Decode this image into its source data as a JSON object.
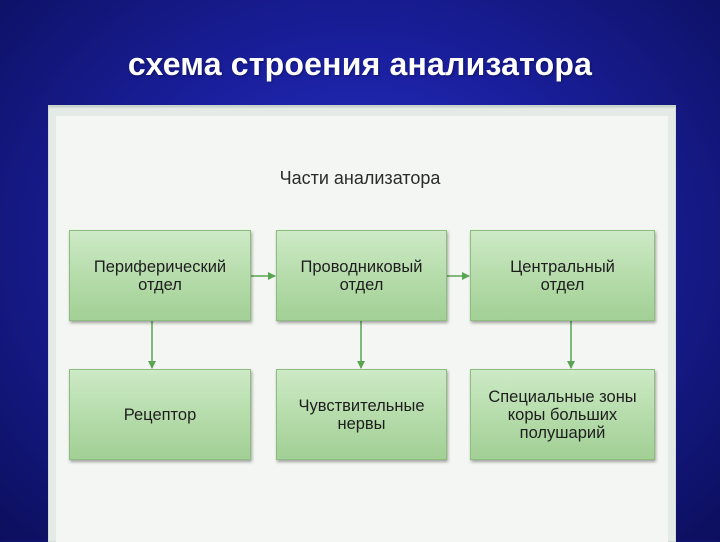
{
  "slide": {
    "title": "схема строения анализатора"
  },
  "diagram": {
    "title": "Части анализатора",
    "top_row": [
      {
        "label": "Периферический\nотдел"
      },
      {
        "label": "Проводниковый\nотдел"
      },
      {
        "label": "Центральный\nотдел"
      }
    ],
    "bottom_row": [
      {
        "label": "Рецептор"
      },
      {
        "label": "Чувствительные\nнервы"
      },
      {
        "label": "Специальные зоны\nкоры больших\nполушарий"
      }
    ],
    "colors": {
      "background": "#1a1f9e",
      "node_fill": "#b4dba9",
      "node_border": "#8cbf7f",
      "arrow": "#5aa552"
    }
  }
}
